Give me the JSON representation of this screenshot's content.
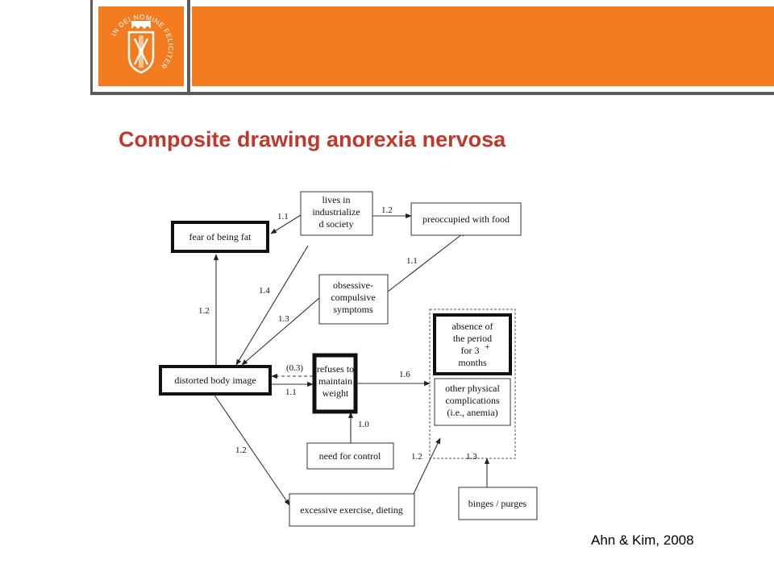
{
  "header": {
    "logo_text": "IN DEI NOMINE FELICITER",
    "colors": {
      "accent": "#f47c20",
      "frame": "#5a5a5a"
    }
  },
  "title": "Composite drawing anorexia nervosa",
  "citation": "Ahn & Kim, 2008",
  "diagram": {
    "nodes": {
      "lives": [
        "lives in",
        "industrialize",
        "d society"
      ],
      "fear": [
        "fear of being fat"
      ],
      "preoccupied": [
        "preoccupied with food"
      ],
      "obsessive": [
        "obsessive-",
        "compulsive",
        "symptoms"
      ],
      "distorted": [
        "distorted body image"
      ],
      "refuses": [
        "refuses to",
        "maintain",
        "weight"
      ],
      "absence": [
        "absence of",
        "the period",
        "for 3",
        "months"
      ],
      "absence_sup": "+",
      "other": [
        "other physical",
        "complications",
        "(i.e., anemia)"
      ],
      "control": [
        "need for control"
      ],
      "exercise": [
        "excessive exercise, dieting"
      ],
      "binges": [
        "binges / purges"
      ]
    },
    "edge_labels": {
      "lives_fear": "1.1",
      "lives_preoccupied": "1.2",
      "obsessive_preoccupied": "1.1",
      "lives_distorted": "1.4",
      "obsessive_distorted": "1.3",
      "distorted_fear": "1.2",
      "refuses_distorted": "(0.3)",
      "distorted_refuses": "1.1",
      "refuses_group": "1.6",
      "control_refuses": "1.0",
      "distorted_exercise": "1.2",
      "exercise_group": "1.2",
      "binges_group": "1.3"
    }
  }
}
